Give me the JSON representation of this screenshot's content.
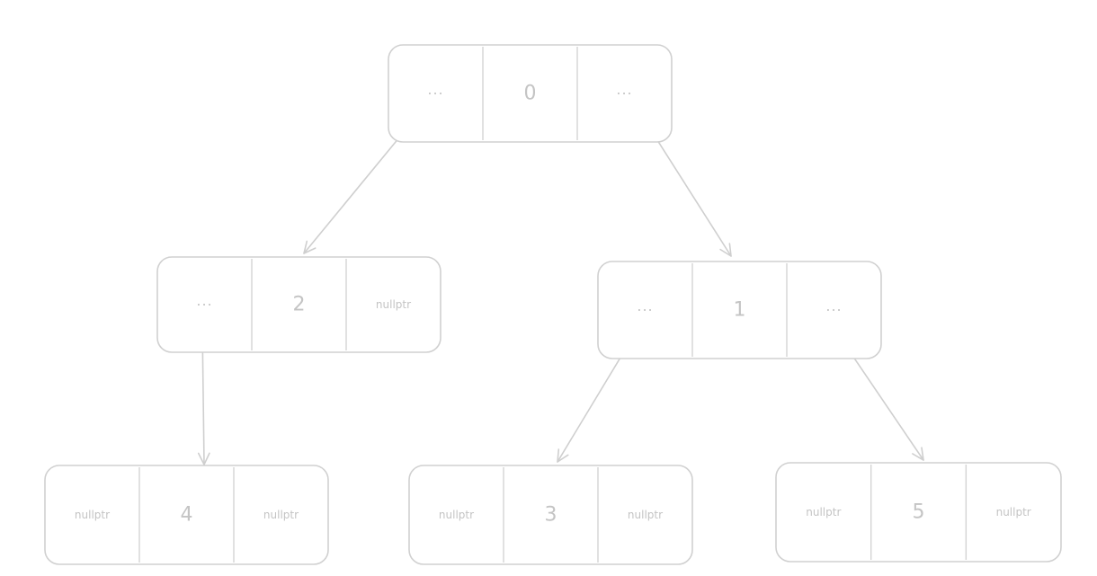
{
  "tree": {
    "nodes": [
      {
        "id": "n0",
        "left": "...",
        "value": "0",
        "right": "..."
      },
      {
        "id": "n2",
        "left": "...",
        "value": "2",
        "right": "nullptr"
      },
      {
        "id": "n1",
        "left": "...",
        "value": "1",
        "right": "..."
      },
      {
        "id": "n4",
        "left": "nullptr",
        "value": "4",
        "right": "nullptr"
      },
      {
        "id": "n3",
        "left": "nullptr",
        "value": "3",
        "right": "nullptr"
      },
      {
        "id": "n5",
        "left": "nullptr",
        "value": "5",
        "right": "nullptr"
      }
    ],
    "edges": [
      {
        "from": "n0",
        "side": "left",
        "to": "n2"
      },
      {
        "from": "n0",
        "side": "right",
        "to": "n1"
      },
      {
        "from": "n2",
        "side": "left",
        "to": "n4"
      },
      {
        "from": "n1",
        "side": "left",
        "to": "n3"
      },
      {
        "from": "n1",
        "side": "right",
        "to": "n5"
      }
    ]
  }
}
